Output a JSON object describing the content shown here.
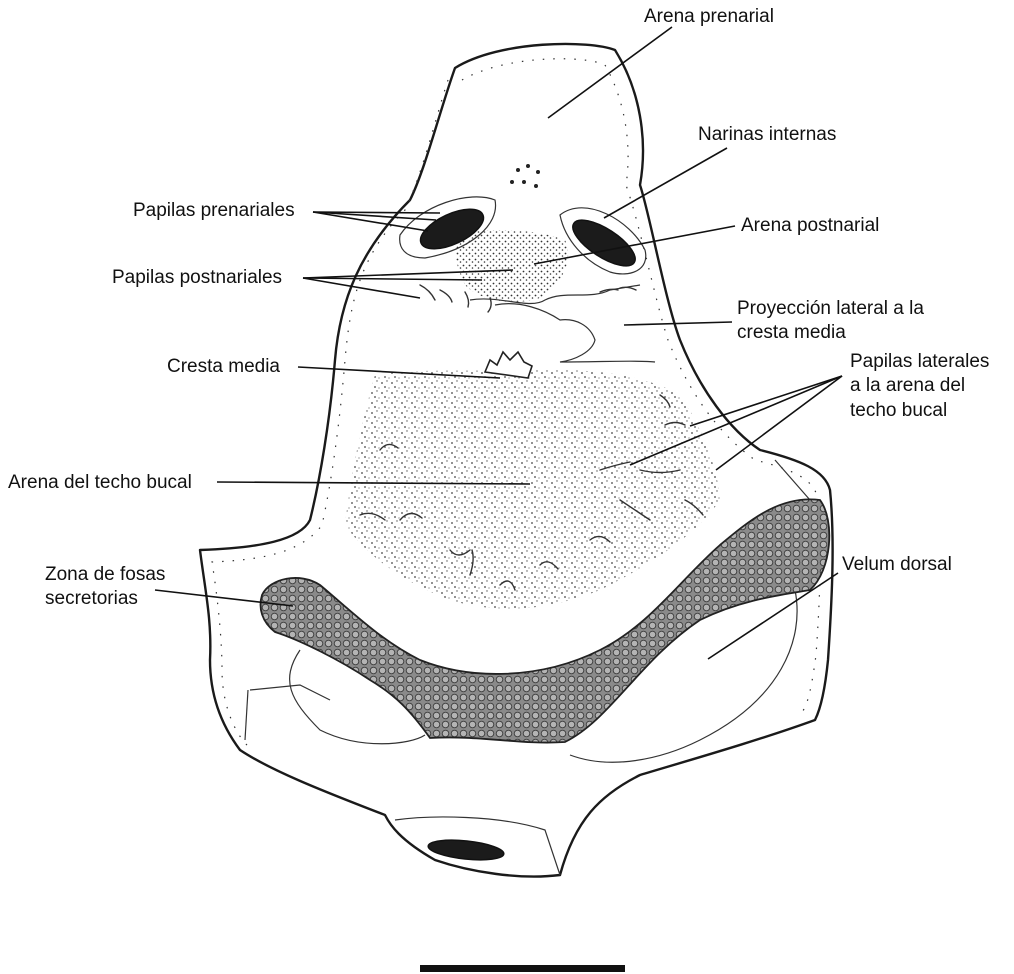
{
  "labels": {
    "arena_prenarial": "Arena prenarial",
    "narinas_internas": "Narinas internas",
    "papilas_prenariales": "Papilas prenariales",
    "arena_postnarial": "Arena postnarial",
    "papilas_postnariales": "Papilas postnariales",
    "proyeccion_1": "Proyección lateral a la",
    "proyeccion_2": "cresta media",
    "cresta_media": "Cresta media",
    "papilas_laterales_1": "Papilas laterales",
    "papilas_laterales_2": "a la arena del",
    "papilas_laterales_3": "techo bucal",
    "arena_techo_bucal": "Arena del techo bucal",
    "zona_fosas_1": "Zona de fosas",
    "zona_fosas_2": "secretorias",
    "velum_dorsal": "Velum dorsal"
  },
  "colors": {
    "ink": "#1a1a1a",
    "secretory_zone": "#7a7a7a",
    "background": "#ffffff"
  }
}
